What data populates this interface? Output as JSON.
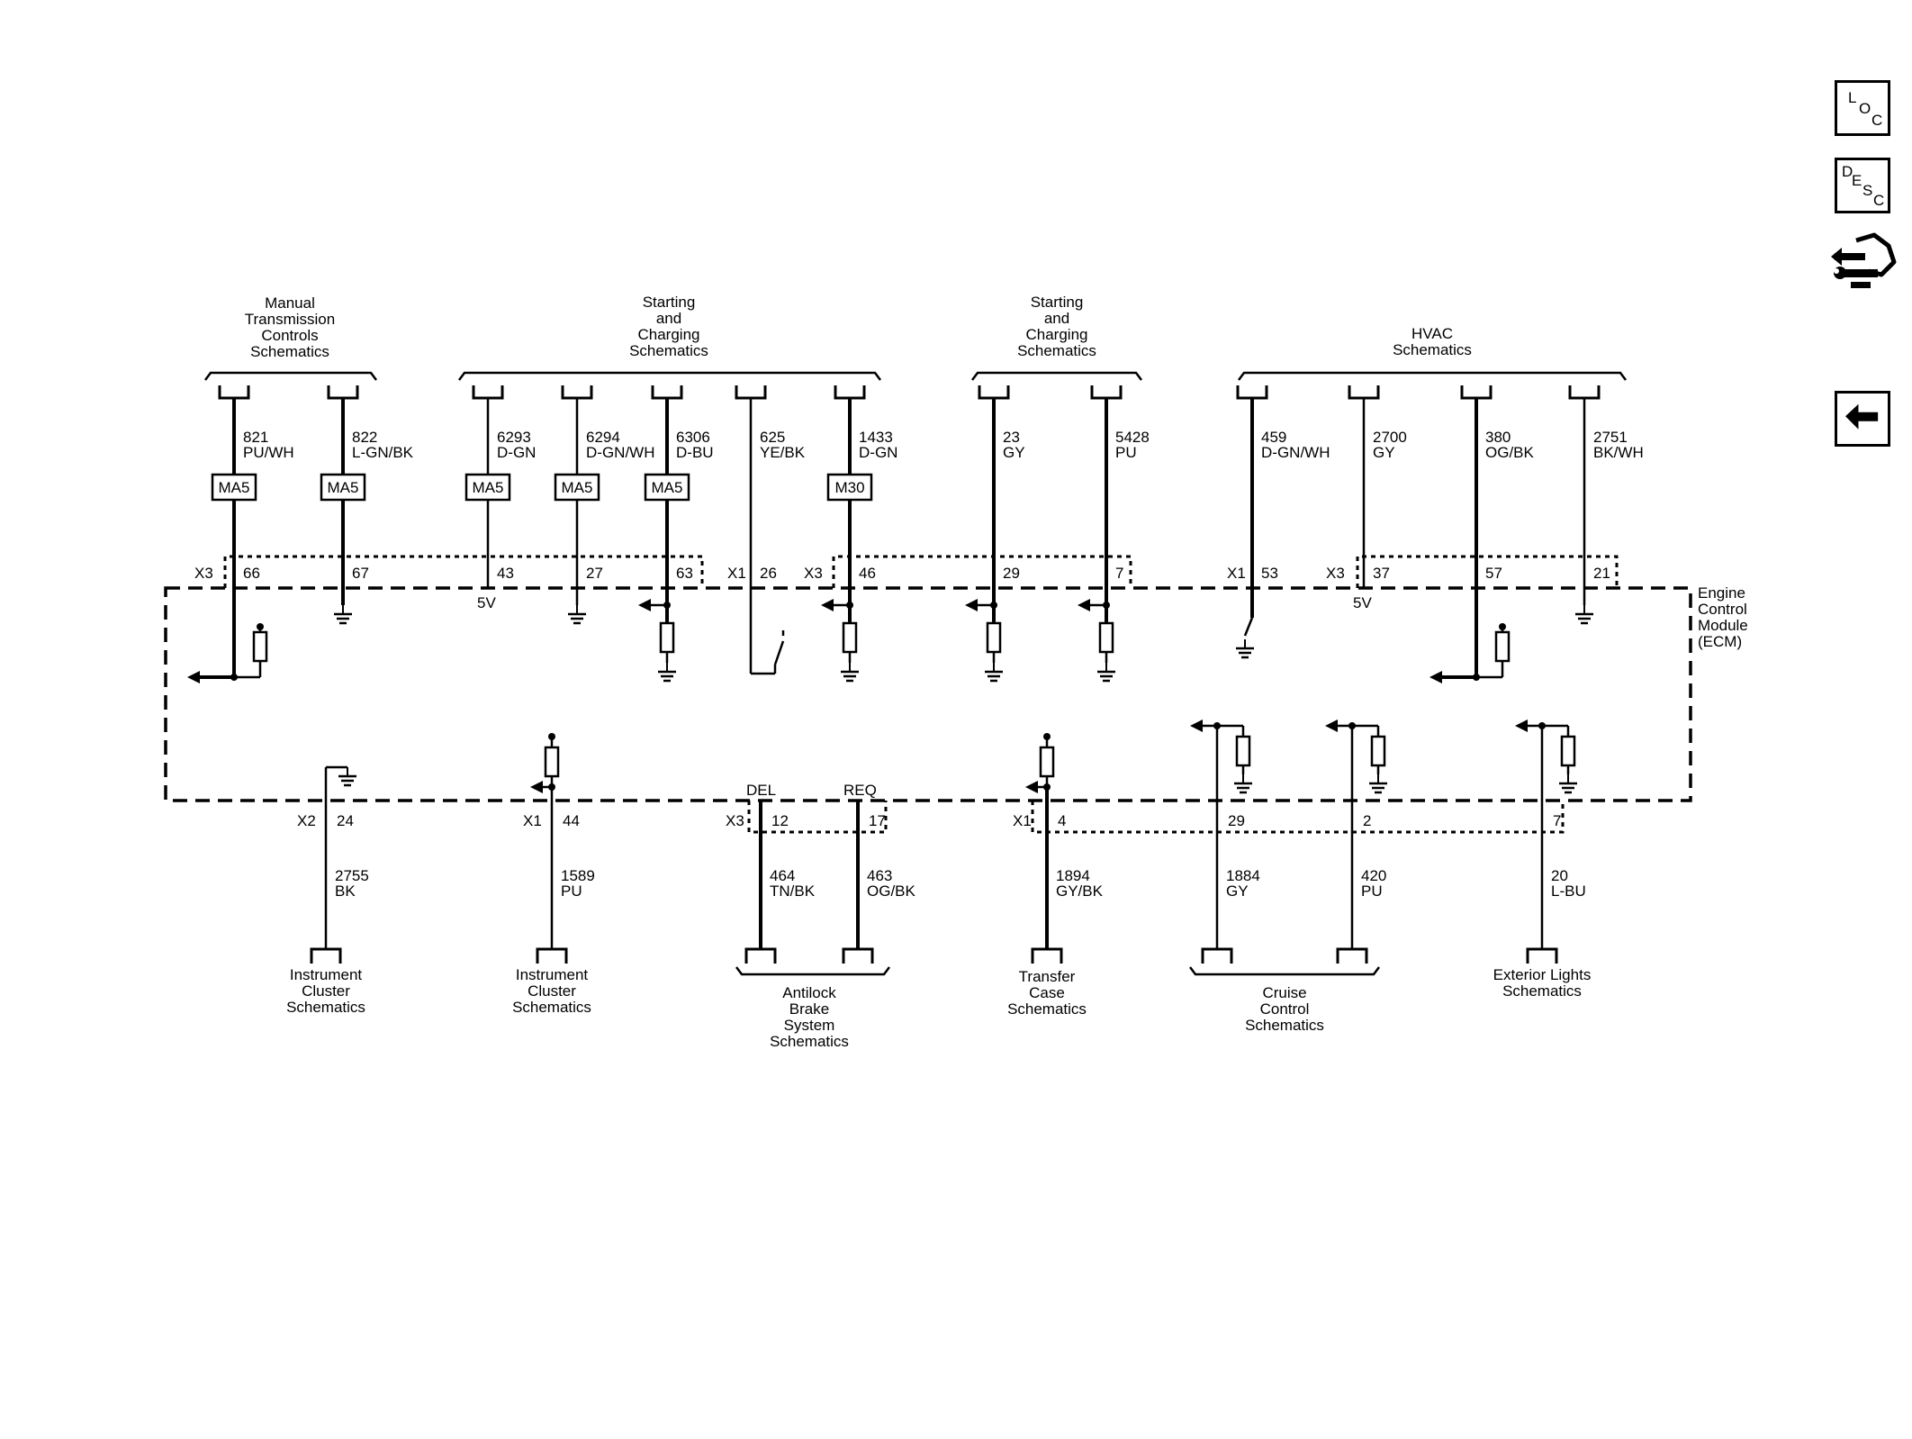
{
  "nav": {
    "loc_letters": [
      "L",
      "O",
      "C"
    ],
    "desc_letters": [
      "D",
      "E",
      "S",
      "C"
    ]
  },
  "module": {
    "label_lines": [
      "Engine",
      "Control",
      "Module",
      "(ECM)"
    ]
  },
  "top_groups": [
    {
      "title_lines": [
        "Manual",
        "Transmission",
        "Controls",
        "Schematics"
      ]
    },
    {
      "title_lines": [
        "Starting",
        "and",
        "Charging",
        "Schematics"
      ]
    },
    {
      "title_lines": [
        "Starting",
        "and",
        "Charging",
        "Schematics"
      ]
    },
    {
      "title_lines": [
        "HVAC",
        "Schematics"
      ]
    }
  ],
  "top_circuits": [
    {
      "circuit": "821",
      "color": "PU/WH",
      "inline": "MA5",
      "connector": "X3",
      "pin": "66",
      "internal": "pullup-left",
      "thick": true
    },
    {
      "circuit": "822",
      "color": "L-GN/BK",
      "inline": "MA5",
      "connector": "",
      "pin": "67",
      "internal": "ground",
      "thick": true
    },
    {
      "circuit": "6293",
      "color": "D-GN",
      "inline": "MA5",
      "connector": "",
      "pin": "43",
      "internal": "5v",
      "supply": "5V",
      "thick": false
    },
    {
      "circuit": "6294",
      "color": "D-GN/WH",
      "inline": "MA5",
      "connector": "",
      "pin": "27",
      "internal": "ground",
      "thick": false
    },
    {
      "circuit": "6306",
      "color": "D-BU",
      "inline": "MA5",
      "connector": "",
      "pin": "63",
      "internal": "arrow-res-ground",
      "thick": true
    },
    {
      "circuit": "625",
      "color": "YE/BK",
      "inline": "",
      "connector": "X1",
      "pin": "26",
      "internal": "switch",
      "thick": false
    },
    {
      "circuit": "1433",
      "color": "D-GN",
      "inline": "M30",
      "connector": "X3",
      "pin": "46",
      "internal": "arrow-res-ground",
      "thick": true
    },
    {
      "circuit": "23",
      "color": "GY",
      "inline": "",
      "connector": "",
      "pin": "29",
      "internal": "arrow-res-ground",
      "thick": true
    },
    {
      "circuit": "5428",
      "color": "PU",
      "inline": "",
      "connector": "",
      "pin": "7",
      "internal": "arrow-res-ground",
      "thick": true
    },
    {
      "circuit": "459",
      "color": "D-GN/WH",
      "inline": "",
      "connector": "X1",
      "pin": "53",
      "internal": "switch-ground",
      "thick": true
    },
    {
      "circuit": "2700",
      "color": "GY",
      "inline": "",
      "connector": "X3",
      "pin": "37",
      "internal": "5v",
      "supply": "5V",
      "thick": false
    },
    {
      "circuit": "380",
      "color": "OG/BK",
      "inline": "",
      "connector": "",
      "pin": "57",
      "internal": "pullup-left",
      "thick": true
    },
    {
      "circuit": "2751",
      "color": "BK/WH",
      "inline": "",
      "connector": "",
      "pin": "21",
      "internal": "ground",
      "thick": false
    }
  ],
  "bottom_circuits": [
    {
      "circuit": "2755",
      "color": "BK",
      "connector": "X2",
      "pin": "24",
      "internal": "ground-right",
      "thick": false
    },
    {
      "circuit": "1589",
      "color": "PU",
      "connector": "X1",
      "pin": "44",
      "internal": "pullup-arrow",
      "thick": false
    },
    {
      "circuit": "464",
      "color": "TN/BK",
      "connector": "X3",
      "pin": "12",
      "internal": "label",
      "signal": "DEL",
      "thick": true
    },
    {
      "circuit": "463",
      "color": "OG/BK",
      "connector": "",
      "pin": "17",
      "internal": "label",
      "signal": "REQ",
      "thick": true
    },
    {
      "circuit": "1894",
      "color": "GY/BK",
      "connector": "X1",
      "pin": "4",
      "internal": "pullup-arrow",
      "thick": true
    },
    {
      "circuit": "1884",
      "color": "GY",
      "connector": "",
      "pin": "29",
      "internal": "arrow-res-ground",
      "thick": false
    },
    {
      "circuit": "420",
      "color": "PU",
      "connector": "",
      "pin": "2",
      "internal": "arrow-res-ground",
      "thick": false
    },
    {
      "circuit": "20",
      "color": "L-BU",
      "connector": "",
      "pin": "7",
      "internal": "arrow-res-ground",
      "thick": false
    }
  ],
  "bottom_groups": [
    {
      "title_lines": [
        "Instrument",
        "Cluster",
        "Schematics"
      ]
    },
    {
      "title_lines": [
        "Instrument",
        "Cluster",
        "Schematics"
      ]
    },
    {
      "title_lines": [
        "Antilock",
        "Brake",
        "System",
        "Schematics"
      ]
    },
    {
      "title_lines": [
        "Transfer",
        "Case",
        "Schematics"
      ]
    },
    {
      "title_lines": [
        "Cruise",
        "Control",
        "Schematics"
      ]
    },
    {
      "title_lines": [
        "Exterior Lights",
        "Schematics"
      ]
    }
  ]
}
